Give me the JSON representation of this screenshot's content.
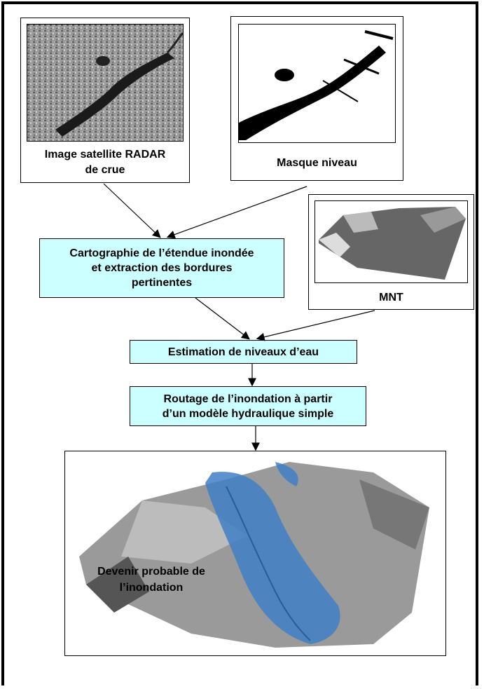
{
  "panels": {
    "radar": {
      "caption": "Image satellite RADAR\nde crue"
    },
    "mask": {
      "caption": "Masque niveau"
    },
    "dem": {
      "caption": "MNT"
    },
    "result": {
      "caption": "Devenir probable de\nl’inondation"
    }
  },
  "process": {
    "mapping": "Cartographie de l’étendue inondée\net extraction des bordures\npertinentes",
    "estimation": "Estimation de niveaux d’eau",
    "routing": "Routage de l’inondation à partir\nd’un modèle hydraulique simple"
  },
  "colors": {
    "process_fill": "#ccffff",
    "flood_blue": "#3f7fc4"
  }
}
